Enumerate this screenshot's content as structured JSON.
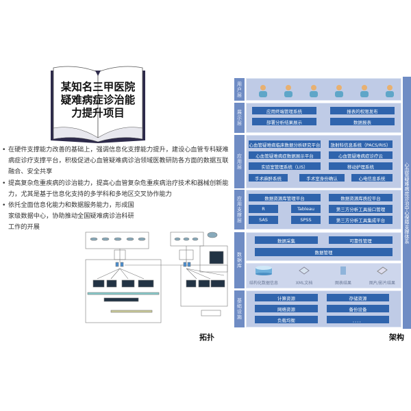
{
  "title": "某知名三甲医院疑难病症诊治能力提升项目",
  "title_lines": [
    "某知名三甲医院",
    "疑难病症诊治能",
    "力提升项目"
  ],
  "bullets": [
    "在硬件支撑能力改善的基础上，强调信息化支撑能力提升，建设心血管专科疑难病症诊疗支撑平台，积极促进心血管疑难病诊治领域医教研防各方面的数据互联融合、安全共享",
    "提高复杂危重疾病的诊治能力，提高心血管复杂危重疾病治疗技术和器械创新能力，尤其是基于信息化支持的多学科和多地区交叉协作能力",
    "依托全面信息化能力和数据服务能力，形成国家级数据中心，协助推动全国疑难病诊治科研工作的开展"
  ],
  "captions": {
    "topology": "拓扑",
    "architecture": "架构"
  },
  "arch": {
    "side": "心血管疑难病症诊治中心保障支撑体系",
    "layers": {
      "user": "用户层",
      "display": "展示层",
      "app": "应用层",
      "support": "应用支撑层",
      "db": "数据库",
      "infra": "基础设施"
    },
    "display": [
      "应用终端管理系统",
      "部署分析结果展示",
      "报表的权限发布",
      "数据报表"
    ],
    "app": [
      "心血管疑难病临床数据分析研究平台",
      "放射科信息系统（PACS/RIS）",
      "心血管疑难病症数据展示平台",
      "心血管疑难病症诊疗云",
      "实验室管理系统（LIS）",
      "移动护理系统",
      "手术麻醉系统",
      "手术室身份确认",
      "心电信息系统"
    ],
    "support": [
      "数据资源库管理平台",
      "数据资源库质控平台",
      "R",
      "Tableau",
      "SAS",
      "SPSS",
      "第三方分析工具接口管理",
      "第三方分析工具集成平台"
    ],
    "data": [
      "数据采集",
      "可靠性管理",
      "数据管理"
    ],
    "db_types": [
      "结构化数据信息",
      "XML文档",
      "图表结果",
      "图片/影片结果"
    ],
    "infra": [
      "计算资源",
      "存储资源",
      "网络资源",
      "备份设备",
      "负载均衡",
      "．．．．"
    ]
  },
  "colors": {
    "button": "#2f64ad",
    "panel": "#bfcbe6",
    "label": "#6f8cc4"
  }
}
